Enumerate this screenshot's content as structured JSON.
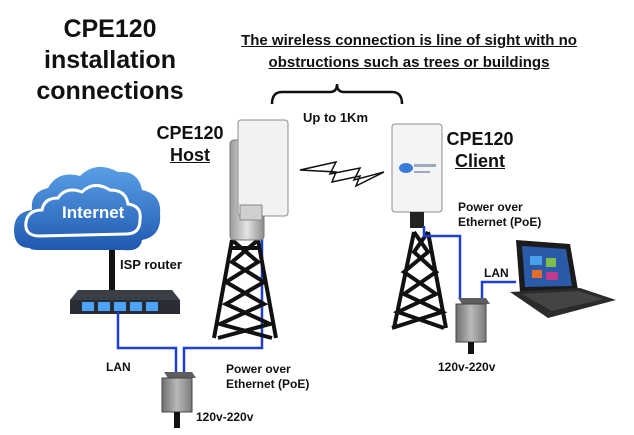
{
  "title": "CPE120 installation connections",
  "note_line1": "The wireless connection is line of sight with no",
  "note_line2": "obstructions such as trees or buildings",
  "range_label": "Up to 1Km",
  "host": {
    "name": "CPE120",
    "role": "Host"
  },
  "client": {
    "name": "CPE120",
    "role": "Client"
  },
  "internet_label": "Internet",
  "router_label": "ISP router",
  "lan_label_left": "LAN",
  "lan_label_right": "LAN",
  "poe_left": {
    "line1": "Power over",
    "line2": "Ethernet (PoE)"
  },
  "poe_right": {
    "line1": "Power over",
    "line2": "Ethernet (PoE)"
  },
  "voltage_left": "120v-220v",
  "voltage_right": "120v-220v",
  "colors": {
    "cable": "#1f3fd1",
    "cloud": "#2f6fc6",
    "tower": "#1a1a1a",
    "psu": "#8a8a8a"
  }
}
